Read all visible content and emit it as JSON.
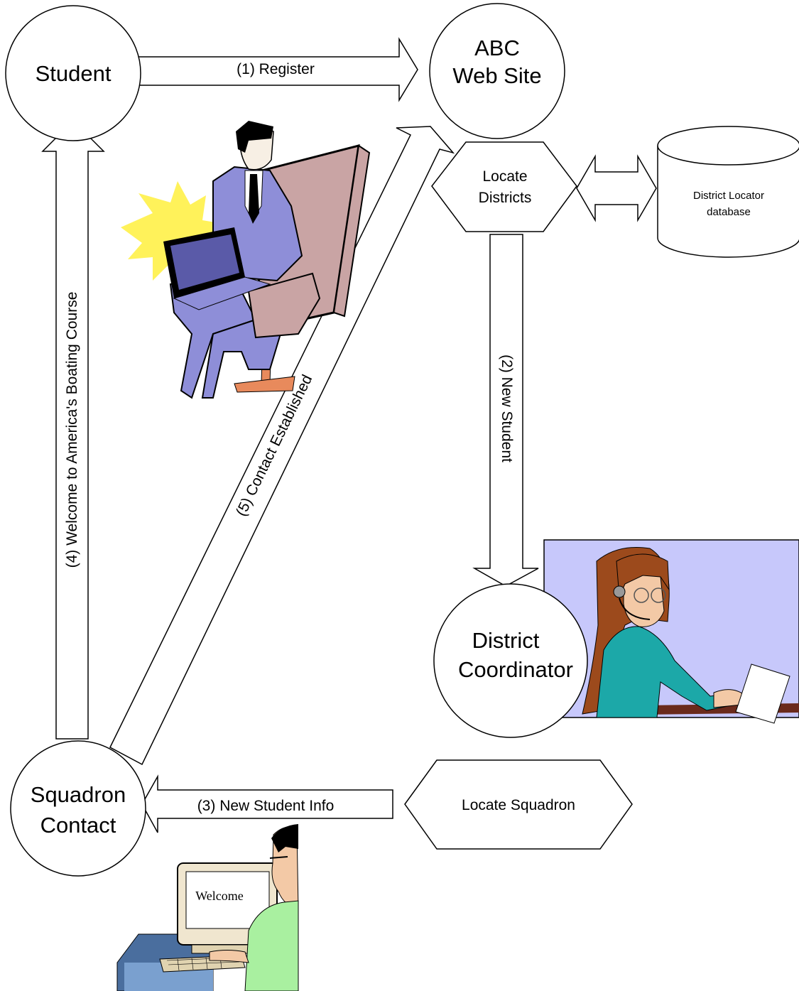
{
  "nodes": {
    "student": "Student",
    "abc_line1": "ABC",
    "abc_line2": "Web Site",
    "district_line1": "District",
    "district_line2": "Coordinator",
    "squadron_line1": "Squadron",
    "squadron_line2": "Contact"
  },
  "processes": {
    "locate_districts_line1": "Locate",
    "locate_districts_line2": "Districts",
    "locate_squadron": "Locate Squadron"
  },
  "database": {
    "line1": "District Locator",
    "line2": "database"
  },
  "arrows": {
    "register": "(1) Register",
    "new_student": "(2) New Student",
    "new_student_info": "(3) New Student Info",
    "welcome_course": "(4) Welcome to America's Boating Course",
    "contact_established": "(5) Contact Established"
  },
  "clipart": {
    "screen_text": "Welcome",
    "businessman": "businessman-laptop-icon",
    "operator": "headset-operator-icon",
    "computer_user": "computer-user-icon"
  },
  "colors": {
    "operator_background": "#c7c8fb",
    "suit": "#8e8ed8",
    "chair": "#c9a4a4",
    "shirt_teal": "#1ca8a8",
    "shirt_green": "#a9f0a0",
    "hair": "#9c4a1c"
  }
}
